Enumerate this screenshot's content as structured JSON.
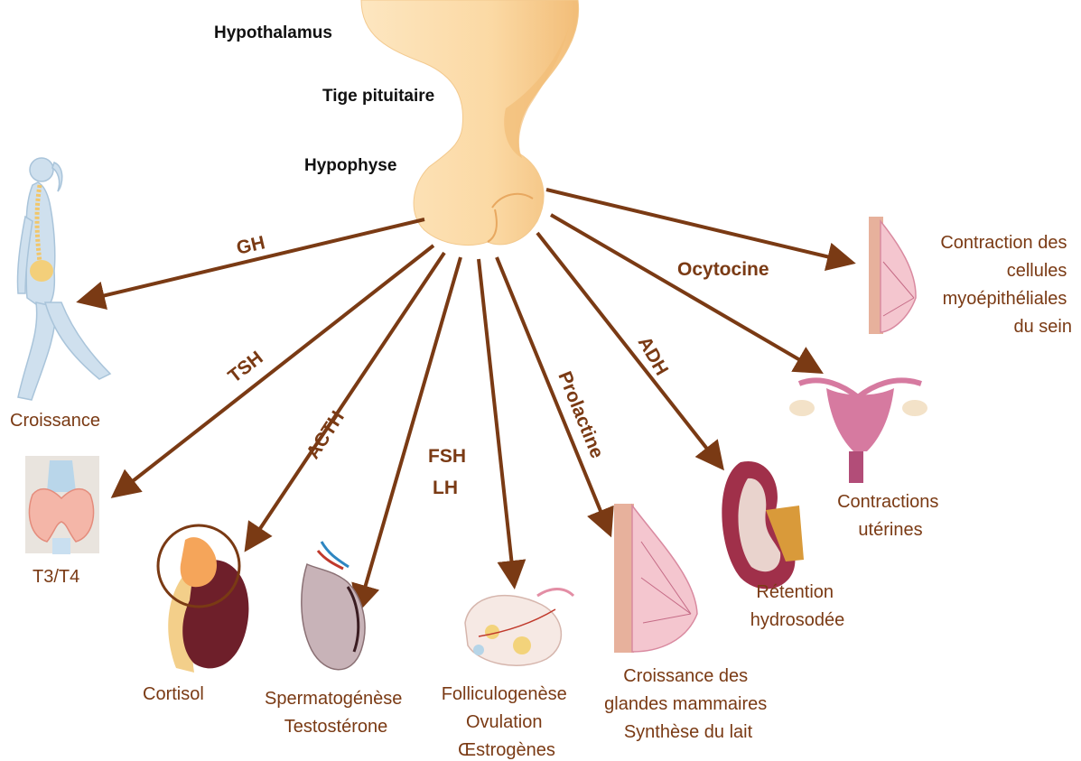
{
  "structures": {
    "hypothalamus": "Hypothalamus",
    "stalk": "Tige pituitaire",
    "pituitary": "Hypophyse"
  },
  "hormones": {
    "gh": "GH",
    "tsh": "TSH",
    "acth": "ACTH",
    "fsh": "FSH",
    "lh": "LH",
    "prolactin": "Prolactine",
    "adh": "ADH",
    "oxytocin": "Ocytocine"
  },
  "effects": {
    "growth": "Croissance",
    "thyroid": "T3/T4",
    "adrenal": "Cortisol",
    "testis": [
      "Spermatogénèse",
      "Testostérone"
    ],
    "ovary": [
      "Folliculogenèse",
      "Ovulation",
      "Œstrogènes"
    ],
    "breast": [
      "Croissance des",
      "glandes mammaires",
      "Synthèse du lait"
    ],
    "kidney": [
      "Rétention",
      "hydrosodée"
    ],
    "uterus": [
      "Contractions",
      "utérines"
    ],
    "myoepithelial": [
      "Contraction des",
      "cellules",
      "myoépithéliales",
      "du sein"
    ]
  },
  "colors": {
    "arrow": "#7a3a14",
    "gland": "#fbd9a4",
    "gland_shadow": "#f0b870",
    "label_black": "#111111"
  }
}
